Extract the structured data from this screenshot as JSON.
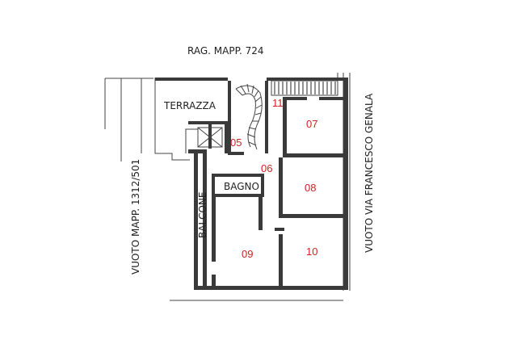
{
  "labels": {
    "top": "RAG. MAPP. 724",
    "right": "VUOTO VIA FRANCESCO GENALA",
    "left": "VUOTO MAPP. 1312/501",
    "terrazza": "TERRAZZA",
    "bagno": "BAGNO",
    "balcone": "BALCONE"
  },
  "rooms": [
    "05",
    "06",
    "07",
    "08",
    "09",
    "10",
    "11"
  ],
  "colors": {
    "wall": "#3a3a3a",
    "room_number": "#cc2222",
    "text": "#222222"
  }
}
